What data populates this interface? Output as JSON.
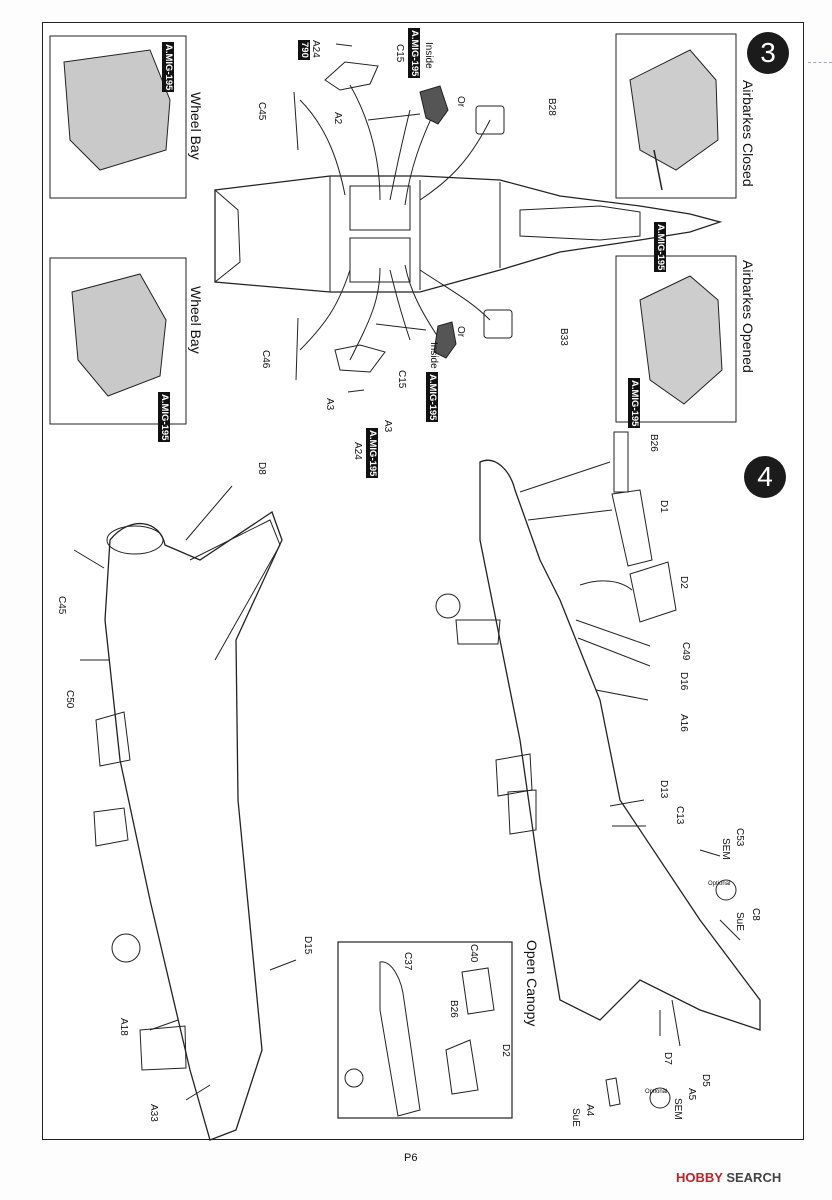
{
  "step3": {
    "number": "3",
    "wheel_bay_label": "Wheel Bay",
    "airbrakes_closed": "Airbarkes Closed",
    "airbrakes_opened": "Airbarkes Opened",
    "inside": "Inside",
    "or": "Or",
    "paint_code": "A.MIG-195",
    "extra_code": "790",
    "parts_top": [
      "A24",
      "C15",
      "A2",
      "C45",
      "B28"
    ],
    "parts_bottom": [
      "C46",
      "A3",
      "C15",
      "A3",
      "A24",
      "B33"
    ]
  },
  "step4": {
    "number": "4",
    "parts_left": [
      "D8",
      "C45",
      "C50",
      "D15",
      "A18",
      "A33"
    ],
    "parts_right": [
      "B26",
      "D1",
      "D2",
      "C49",
      "D16",
      "A16",
      "D13",
      "C13",
      "C53",
      "C8",
      "D5",
      "D7",
      "A5",
      "A4"
    ],
    "sem": "SEM",
    "sue": "SuE",
    "optional": "Optional"
  },
  "open_canopy": {
    "title": "Open Canopy",
    "parts": [
      "C40",
      "C37",
      "B26",
      "D2"
    ]
  },
  "footer": {
    "page": "P6",
    "watermark_brand": "HOBBY",
    "watermark_rest": " SEARCH"
  }
}
